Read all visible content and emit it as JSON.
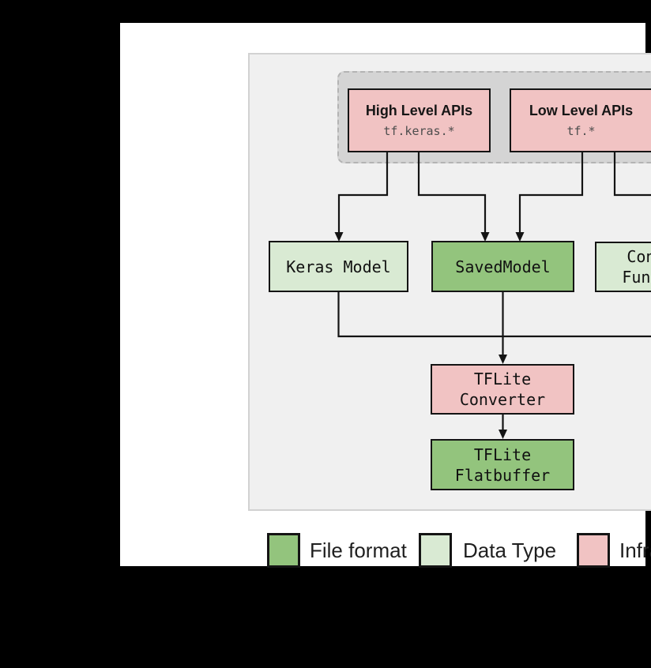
{
  "colors": {
    "file_format_green": "#93c47d",
    "data_type_green": "#d9ead3",
    "infrastructure_pink": "#f1c3c3",
    "panel_background": "#f0f0f0",
    "api_group_background": "#d4d4d4",
    "line_black": "#141414"
  },
  "diagram": {
    "high_level_apis": {
      "title": "High Level APIs",
      "subtitle": "tf.keras.*"
    },
    "low_level_apis": {
      "title": "Low Level APIs",
      "subtitle": "tf.*"
    },
    "keras_model": {
      "label": "Keras Model"
    },
    "saved_model": {
      "label": "SavedModel"
    },
    "concrete_functions": {
      "line1": "Concrete",
      "line2": "Functions"
    },
    "tflite_converter": {
      "line1": "TFLite",
      "line2": "Converter"
    },
    "tflite_flatbuffer": {
      "line1": "TFLite",
      "line2": "Flatbuffer"
    }
  },
  "legend": {
    "items": [
      {
        "label": "File format",
        "color": "#93c47d"
      },
      {
        "label": "Data Type",
        "color": "#d9ead3"
      },
      {
        "label": "Infrastructure",
        "color": "#f1c3c3"
      }
    ]
  }
}
